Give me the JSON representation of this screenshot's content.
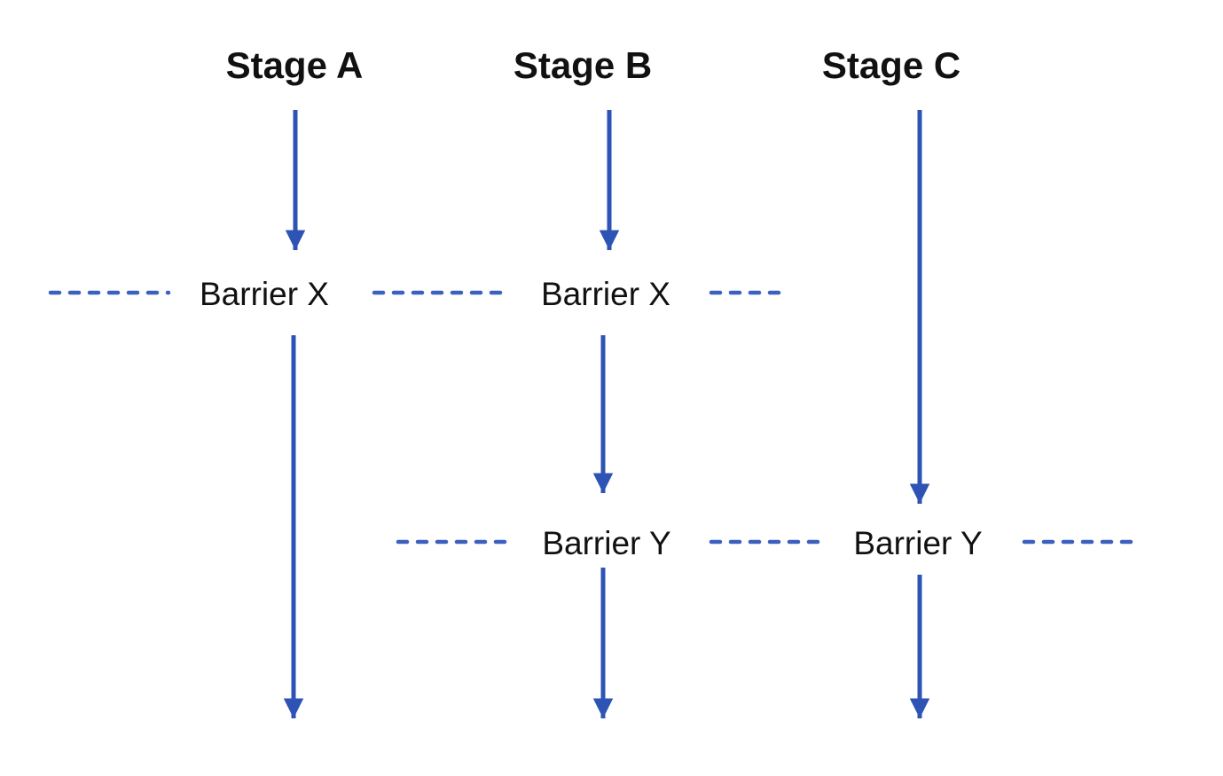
{
  "colors": {
    "background": "#ffffff",
    "arrow": "#2d53b4",
    "dash": "#3c60bf",
    "text": "#111111"
  },
  "diagram": {
    "stage_labels": [
      "Stage A",
      "Stage B",
      "Stage C"
    ],
    "barrier_x_labels": [
      "Barrier X",
      "Barrier X"
    ],
    "barrier_y_labels": [
      "Barrier Y",
      "Barrier Y"
    ]
  }
}
